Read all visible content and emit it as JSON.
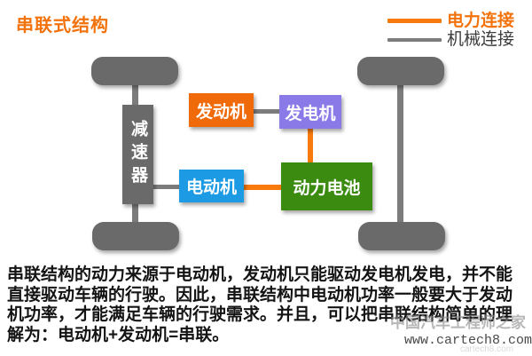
{
  "title": "串联式结构",
  "legend": {
    "electrical": {
      "label": "电力连接",
      "color": "#F2720C"
    },
    "mechanical": {
      "label": "机械连接",
      "color": "#7C7C7C"
    }
  },
  "diagram": {
    "components": {
      "reducer": "减速器",
      "engine": "发动机",
      "generator": "发电机",
      "motor": "电动机",
      "battery": "动力电池"
    },
    "component_colors": {
      "reducer": "#6A6A6A",
      "engine": "#F06A0A",
      "generator": "#8A7AE8",
      "motor": "#1C9BE4",
      "battery": "#3A8B10"
    },
    "connections": [
      {
        "from": "engine",
        "to": "generator",
        "type": "mechanical"
      },
      {
        "from": "generator",
        "to": "battery",
        "type": "electrical"
      },
      {
        "from": "battery",
        "to": "motor",
        "type": "electrical"
      },
      {
        "from": "motor",
        "to": "reducer",
        "type": "mechanical"
      }
    ]
  },
  "description": "串联结构的动力来源于电动机，发动机只能驱动发电机发电，并不能\n直接驱动车辆的行驶。因此，串联结构中电动机功率一般要大于发动\n机功率，才能满足车辆的行驶需求。并且，可以把串联结构简单的理\n解为：电动机+发动机=串联。",
  "watermark": {
    "site_name": "中国汽车工程师之家",
    "url": "www.cartech8.com",
    "echo": "cartech8.com"
  }
}
